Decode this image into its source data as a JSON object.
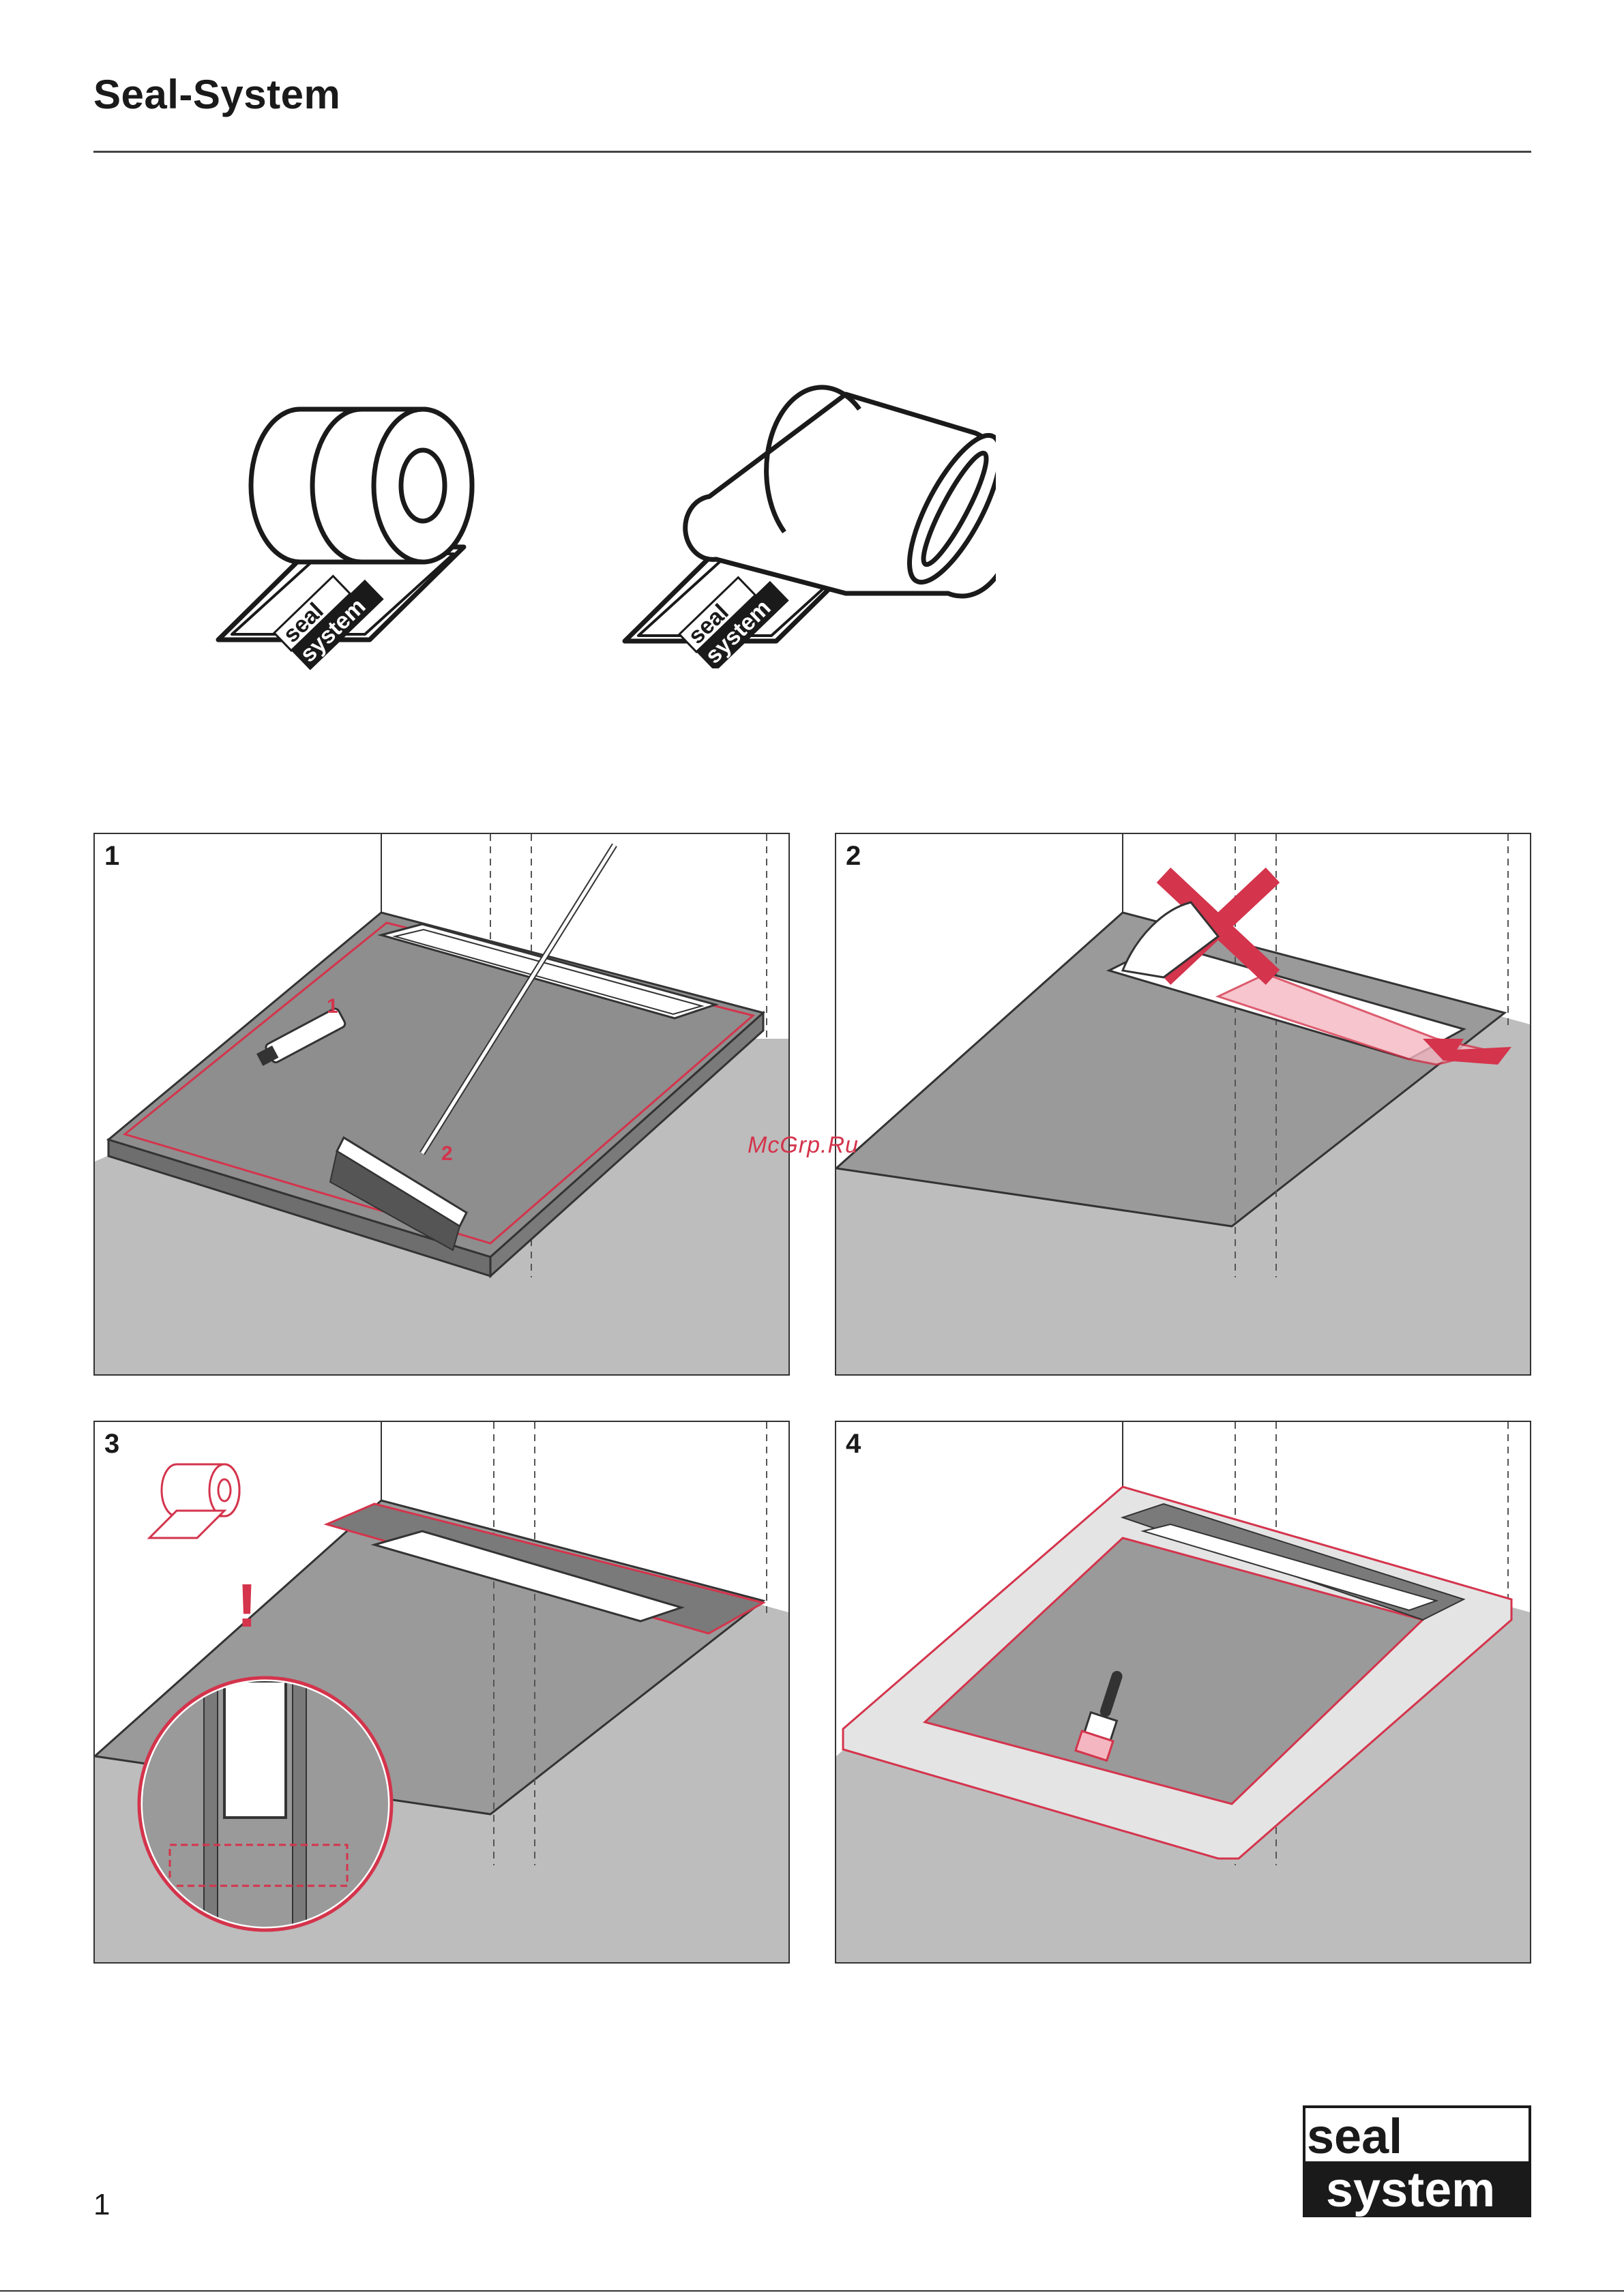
{
  "header": {
    "title": "Seal-System"
  },
  "tape_labels": {
    "line1": "seal",
    "line2": "system"
  },
  "panels": [
    {
      "step": "1",
      "markers": [
        "1",
        "2"
      ]
    },
    {
      "step": "2"
    },
    {
      "step": "3",
      "marker": "!"
    },
    {
      "step": "4"
    }
  ],
  "watermark": "McGrp.Ru",
  "logo": {
    "line1": "seal",
    "line2": "system"
  },
  "footer": {
    "page_number": "1"
  },
  "colors": {
    "accent": "#d4344c",
    "floor": "#bdbdbd",
    "ink": "#1a1a1a"
  }
}
